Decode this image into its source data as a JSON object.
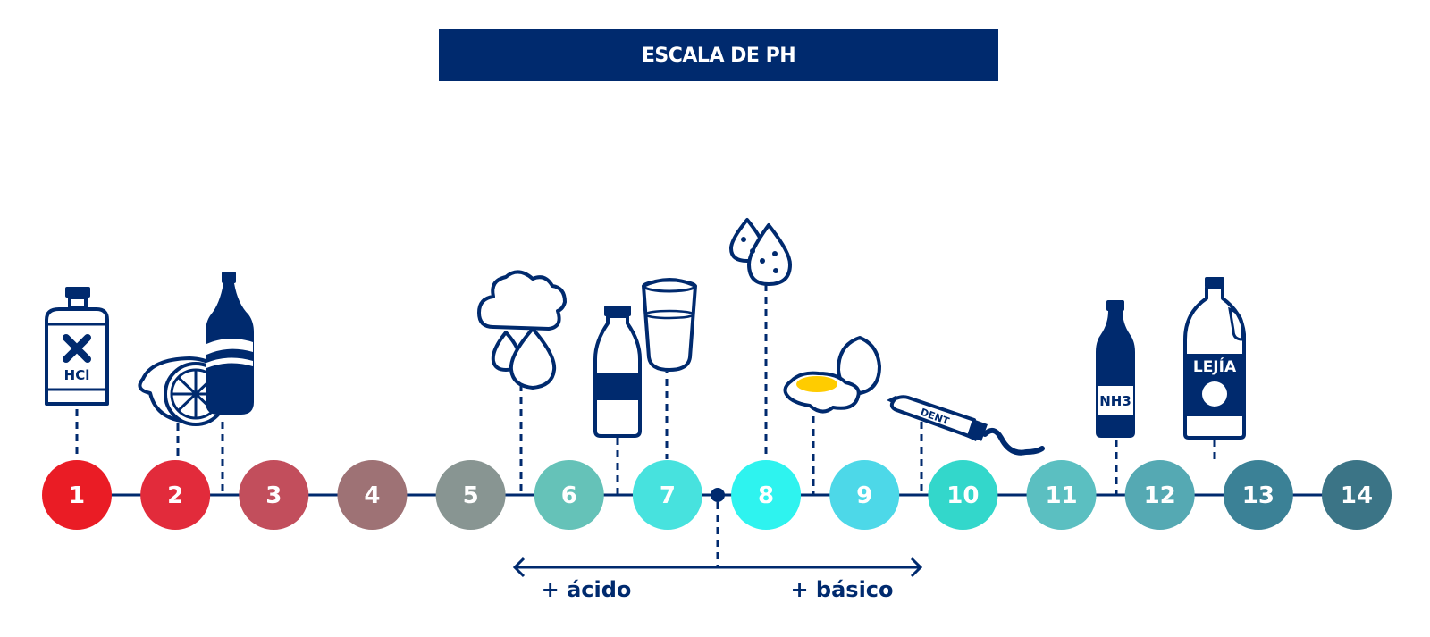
{
  "title": "ESCALA DE PH",
  "scale": {
    "values": [
      {
        "label": "1",
        "color": "#ea1c25"
      },
      {
        "label": "2",
        "color": "#e22b3b"
      },
      {
        "label": "3",
        "color": "#c24e5c"
      },
      {
        "label": "4",
        "color": "#9e7275"
      },
      {
        "label": "5",
        "color": "#889592"
      },
      {
        "label": "6",
        "color": "#65c2b8"
      },
      {
        "label": "7",
        "color": "#47e2de"
      },
      {
        "label": "8",
        "color": "#2ef3ef"
      },
      {
        "label": "9",
        "color": "#4dd8e8"
      },
      {
        "label": "10",
        "color": "#33d7cb"
      },
      {
        "label": "11",
        "color": "#5bbfc1"
      },
      {
        "label": "12",
        "color": "#55a9b3"
      },
      {
        "label": "13",
        "color": "#3b8196"
      },
      {
        "label": "14",
        "color": "#3b7486"
      }
    ]
  },
  "direction": {
    "acid_label": "+ ácido",
    "basic_label": "+ básico"
  },
  "items": {
    "hcl_label": "HCl",
    "toothpaste_label": "DENT",
    "ammonia_label": "NH3",
    "bleach_label": "LEJÍA"
  },
  "colors": {
    "navy": "#002a6e"
  }
}
